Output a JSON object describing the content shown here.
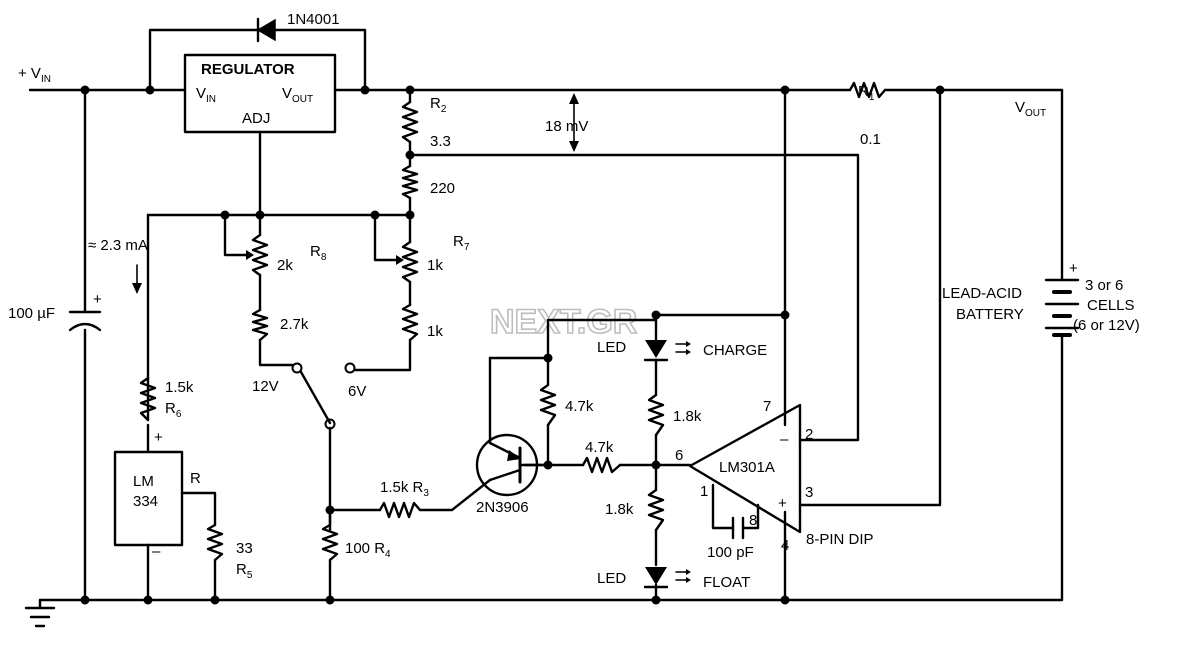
{
  "watermark": "NEXT.GR",
  "labels": {
    "vin_input_main": "+ V",
    "vin_input_sub": "IN",
    "diode": "1N4001",
    "regulator": "REGULATOR",
    "reg_vin_main": "V",
    "reg_vin_sub": "IN",
    "reg_vout_main": "V",
    "reg_vout_sub": "OUT",
    "adj": "ADJ",
    "r2_main": "R",
    "r2_sub": "2",
    "r2_value": "3.3",
    "r220": "220",
    "millivolts": "18 mV",
    "r1_main": "R",
    "r1_sub": "1",
    "r1_value": "0.1",
    "vout_main": "V",
    "vout_sub": "OUT",
    "current": "≈ 2.3 mA",
    "r8_main": "R",
    "r8_sub": "8",
    "r8_value": "2k",
    "r7_main": "R",
    "r7_sub": "7",
    "r7_value": "1k",
    "r2_7k": "2.7k",
    "r1k": "1k",
    "sw_12v": "12V",
    "sw_6v": "6V",
    "c100uf": "100 µF",
    "plus": "+",
    "minus": "–",
    "r6_value": "1.5k",
    "r6_main": "R",
    "r6_sub": "6",
    "lm": "LM",
    "n334": "334",
    "r_pin": "R",
    "r5_value": "33",
    "r5_main": "R",
    "r5_sub": "5",
    "r4_main": "100  R",
    "r4_sub": "4",
    "r3_main": "1.5k  R",
    "r3_sub": "3",
    "transistor": "2N3906",
    "r4_7k": "4.7k",
    "r1_8k": "1.8k",
    "led": "LED",
    "charge": "CHARGE",
    "float": "FLOAT",
    "pin1": "1",
    "pin2": "2",
    "pin3": "3",
    "pin4": "4",
    "pin6": "6",
    "pin7": "7",
    "pin8": "8",
    "opamp": "LM301A",
    "c100pf": "100 pF",
    "package": "8-PIN DIP",
    "battery_line1": "LEAD-ACID",
    "battery_line2": "BATTERY",
    "cells_line1": "3 or 6",
    "cells_line2": "CELLS",
    "cells_line3": "(6 or 12V)"
  }
}
